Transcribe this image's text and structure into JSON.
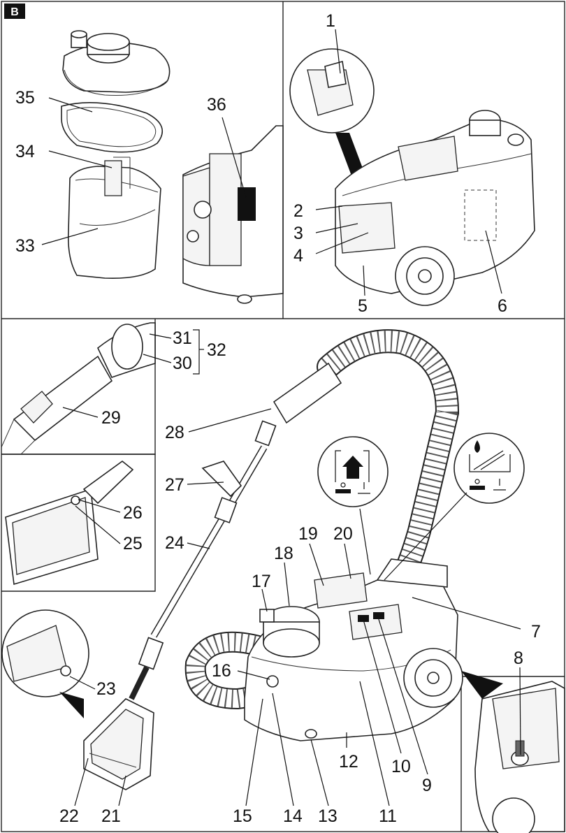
{
  "figure": {
    "badge": "B"
  },
  "labels": {
    "1": "1",
    "2": "2",
    "3": "3",
    "4": "4",
    "5": "5",
    "6": "6",
    "7": "7",
    "8": "8",
    "9": "9",
    "10": "10",
    "11": "11",
    "12": "12",
    "13": "13",
    "14": "14",
    "15": "15",
    "16": "16",
    "17": "17",
    "18": "18",
    "19": "19",
    "20": "20",
    "21": "21",
    "22": "22",
    "23": "23",
    "24": "24",
    "25": "25",
    "26": "26",
    "27": "27",
    "28": "28",
    "29": "29",
    "30": "30",
    "31": "31",
    "32": "32",
    "33": "33",
    "34": "34",
    "35": "35",
    "36": "36"
  },
  "icons": {
    "left_bubble": "suction-mode-symbol-icon",
    "right_bubble": "spray-suction-mode-symbol-icon"
  }
}
